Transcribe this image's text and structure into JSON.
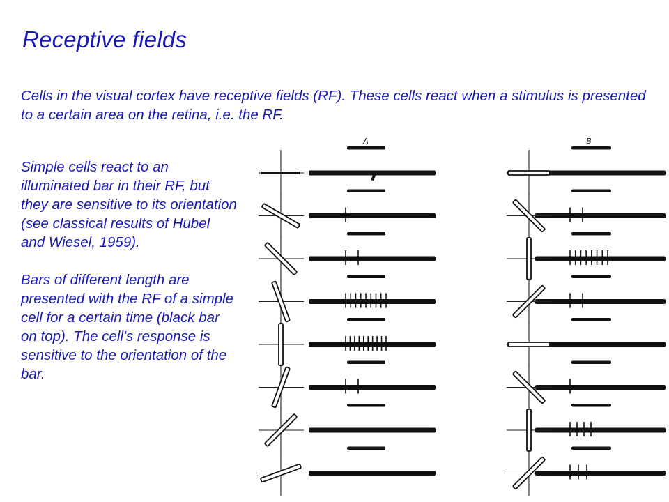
{
  "title": "Receptive fields",
  "intro": "Cells in the visual cortex have receptive fields (RF). These cells react when a stimulus is presented to a certain area on the retina, i.e. the RF.",
  "side": [
    "Simple cells react to an illuminated bar in their RF, but they are sensitive to its orientation (see classical results of Hubel and Wiesel, 1959).",
    "Bars of different length are presented with the RF of a simple cell for a certain time (black bar on top). The cell's response is sensitive to the orientation of the bar."
  ],
  "figure": {
    "panels": [
      {
        "label": "A",
        "rows": [
          {
            "angle": 0,
            "spikes": 0
          },
          {
            "angle": 30,
            "spikes": 1
          },
          {
            "angle": 45,
            "spikes": 2
          },
          {
            "angle": 70,
            "spikes": 9
          },
          {
            "angle": 90,
            "spikes": 10
          },
          {
            "angle": 110,
            "spikes": 2
          },
          {
            "angle": 135,
            "spikes": 0
          },
          {
            "angle": 160,
            "spikes": 0
          }
        ]
      },
      {
        "label": "B",
        "rows": [
          {
            "angle": 0,
            "spikes": 0
          },
          {
            "angle": 45,
            "spikes": 2
          },
          {
            "angle": 90,
            "spikes": 8
          },
          {
            "angle": 135,
            "spikes": 2
          },
          {
            "angle": 0,
            "spikes": 0
          },
          {
            "angle": 45,
            "spikes": 1
          },
          {
            "angle": 90,
            "spikes": 4
          },
          {
            "angle": 135,
            "spikes": 3
          }
        ]
      }
    ]
  }
}
